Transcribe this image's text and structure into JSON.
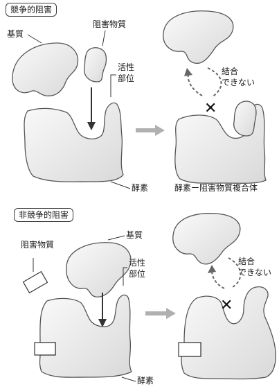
{
  "competitive": {
    "title": "競争的阻害",
    "substrate": "基質",
    "inhibitor": "阻害物質",
    "active_site": [
      "活性",
      "部位"
    ],
    "no_binding": [
      "結合",
      "できない"
    ],
    "enzyme": "酵素",
    "complex": "酵素ー阻害物質複合体"
  },
  "noncompetitive": {
    "title": "非競争的阻害",
    "inhibitor": "阻害物質",
    "substrate": "基質",
    "active_site": [
      "活性",
      "部位"
    ],
    "no_binding": [
      "結合",
      "できない"
    ],
    "enzyme": "酵素"
  },
  "cross_symbol": "✕",
  "colors": {
    "shape_fill": "#ececec",
    "outline": "#555555",
    "arrow_gray": "#b0b0b0",
    "dashed_arrow": "#666666"
  }
}
